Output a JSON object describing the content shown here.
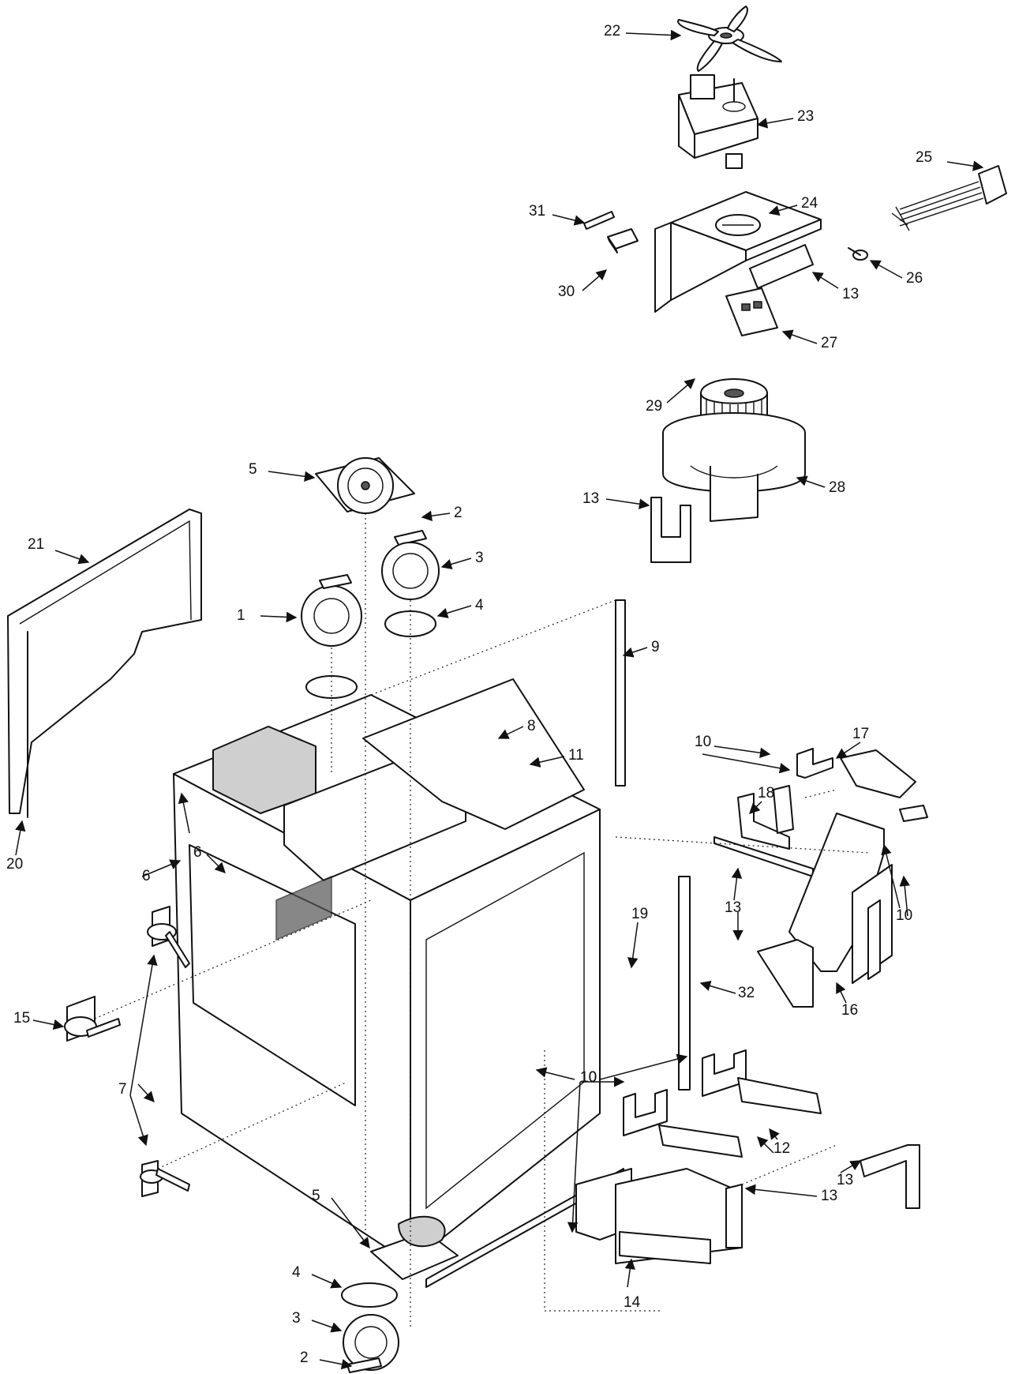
{
  "callouts": [
    {
      "label": "1"
    },
    {
      "label": "2"
    },
    {
      "label": "2"
    },
    {
      "label": "3"
    },
    {
      "label": "3"
    },
    {
      "label": "4"
    },
    {
      "label": "4"
    },
    {
      "label": "5"
    },
    {
      "label": "5"
    },
    {
      "label": "6"
    },
    {
      "label": "6"
    },
    {
      "label": "7"
    },
    {
      "label": "8"
    },
    {
      "label": "9"
    },
    {
      "label": "10"
    },
    {
      "label": "10"
    },
    {
      "label": "10"
    },
    {
      "label": "10"
    },
    {
      "label": "11"
    },
    {
      "label": "12"
    },
    {
      "label": "13"
    },
    {
      "label": "13"
    },
    {
      "label": "13"
    },
    {
      "label": "13"
    },
    {
      "label": "13"
    },
    {
      "label": "14"
    },
    {
      "label": "15"
    },
    {
      "label": "16"
    },
    {
      "label": "17"
    },
    {
      "label": "18"
    },
    {
      "label": "19"
    },
    {
      "label": "20"
    },
    {
      "label": "21"
    },
    {
      "label": "22"
    },
    {
      "label": "23"
    },
    {
      "label": "24"
    },
    {
      "label": "25"
    },
    {
      "label": "26"
    },
    {
      "label": "27"
    },
    {
      "label": "28"
    },
    {
      "label": "29"
    },
    {
      "label": "30"
    },
    {
      "label": "31"
    },
    {
      "label": "32"
    }
  ]
}
